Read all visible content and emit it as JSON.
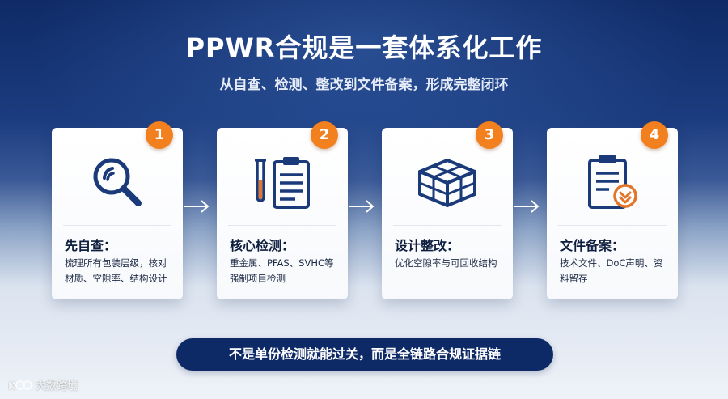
{
  "title": "PPWR合规是一套体系化工作",
  "subtitle": "从自查、检测、整改到文件备案，形成完整闭环",
  "colors": {
    "navy": "#0e2a66",
    "orange": "#f2801e",
    "icon_blue": "#1a3a7a"
  },
  "steps": [
    {
      "number": "1",
      "heading": "先自查：",
      "desc": "梳理所有包装层级，核对材质、空隙率、结构设计",
      "icon": "magnifier-icon"
    },
    {
      "number": "2",
      "heading": "核心检测：",
      "desc": "重金属、PFAS、SVHC等强制项目检测",
      "icon": "test-tube-clipboard-icon"
    },
    {
      "number": "3",
      "heading": "设计整改：",
      "desc": "优化空隙率与可回收结构",
      "icon": "packaging-box-icon"
    },
    {
      "number": "4",
      "heading": "文件备案：",
      "desc": "技术文件、DoC声明、资料留存",
      "icon": "document-check-icon"
    }
  ],
  "banner": "不是单份检测就能过关，而是全链路合规证据链",
  "watermark": "大数跨境"
}
